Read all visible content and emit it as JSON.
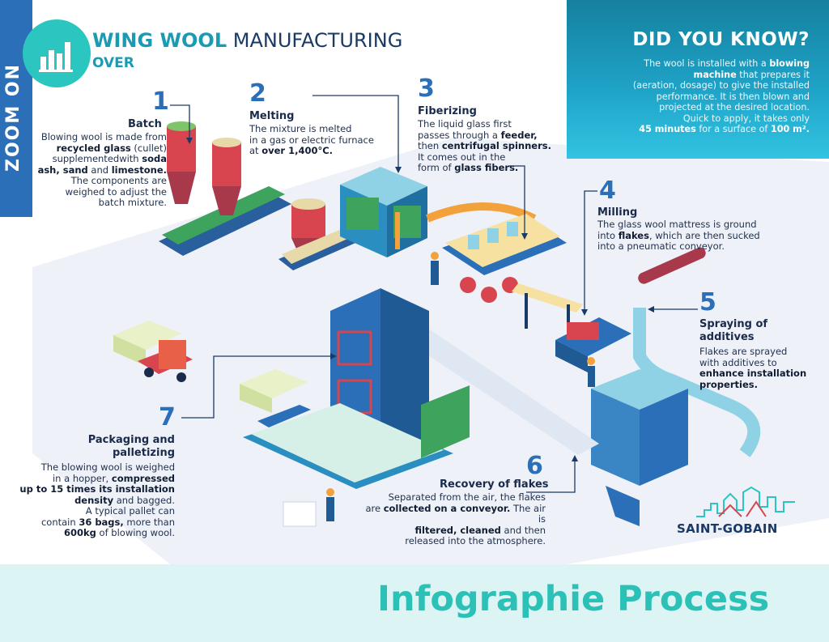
{
  "header": {
    "zoom_label": "ZOOM ON",
    "title_bold": "WING WOOL",
    "title_rest": " MANUFACTURING",
    "subtitle": "OVER"
  },
  "did_you_know": {
    "title": "DID YOU KNOW?",
    "line1_pre": "The wool is installed with a ",
    "line1_bold": "blowing",
    "line2_bold": "machine",
    "line2_post": " that prepares it",
    "line3": "(aeration, dosage) to give the installed",
    "line4": "performance. It is then blown and",
    "line5": "projected at the desired location.",
    "line6": "Quick to apply, it takes only",
    "line7_bold1": "45 minutes",
    "line7_mid": " for a surface of ",
    "line7_bold2": "100 m²."
  },
  "steps": {
    "s1": {
      "number": "1",
      "title": "Batch",
      "l1": "Blowing wool is made from",
      "l2_bold": "recycled glass",
      "l2_post": " (cullet)",
      "l3_pre": "supplementedwith ",
      "l3_bold": "soda",
      "l4_bold1": "ash, sand",
      "l4_mid": " and ",
      "l4_bold2": "limestone.",
      "l5": "The components are",
      "l6": "weighed to adjust the",
      "l7": "batch mixture."
    },
    "s2": {
      "number": "2",
      "title": "Melting",
      "l1": "The mixture is melted",
      "l2": "in a gas or electric furnace",
      "l3_pre": "at ",
      "l3_bold": "over 1,400°C."
    },
    "s3": {
      "number": "3",
      "title": "Fiberizing",
      "l1": "The liquid glass first",
      "l2_pre": "passes through a ",
      "l2_bold": "feeder,",
      "l3_pre": "then ",
      "l3_bold": "centrifugal spinners.",
      "l4": "It comes out in the",
      "l5_pre": "form of ",
      "l5_bold": "glass fibers."
    },
    "s4": {
      "number": "4",
      "title": "Milling",
      "l1": "The glass wool mattress is ground",
      "l2_pre": "into ",
      "l2_bold": "flakes",
      "l2_post": ", which are then sucked",
      "l3": "into a pneumatic conveyor."
    },
    "s5": {
      "number": "5",
      "title1": "Spraying of",
      "title2": "additives",
      "l1": "Flakes are sprayed",
      "l2": "with additives to",
      "l3_bold": "enhance installation",
      "l4_bold": "properties."
    },
    "s6": {
      "number": "6",
      "title": "Recovery of flakes",
      "l1": "Separated from the air, the flakes",
      "l2_pre": "are ",
      "l2_bold": "collected on a conveyor.",
      "l2_post": " The air is",
      "l3_bold": "filtered, cleaned",
      "l3_post": " and then",
      "l4": "released into the atmosphere."
    },
    "s7": {
      "number": "7",
      "title1": "Packaging and",
      "title2": "palletizing",
      "l1": "The blowing wool is weighed",
      "l2_pre": "in a hopper, ",
      "l2_bold": "compressed",
      "l3_bold": "up to 15 times its installation",
      "l4_bold": "density",
      "l4_post": " and bagged.",
      "l5": "A typical pallet can",
      "l6_pre": "contain ",
      "l6_bold": "36 bags,",
      "l6_post": " more than",
      "l7_bold": "600kg",
      "l7_post": " of blowing wool."
    }
  },
  "brand": "SAINT-GOBAIN",
  "footer": "Infographie Process",
  "colors": {
    "primary_blue": "#2a6fb8",
    "teal": "#2bc6c0",
    "dark_navy": "#1a2a4a",
    "accent_red": "#d8454f",
    "footer_bg": "#ddf4f5",
    "footer_text": "#2bc1b6"
  },
  "icons": [
    "bar-chart-icon",
    "saint-gobain-skyline-icon"
  ]
}
